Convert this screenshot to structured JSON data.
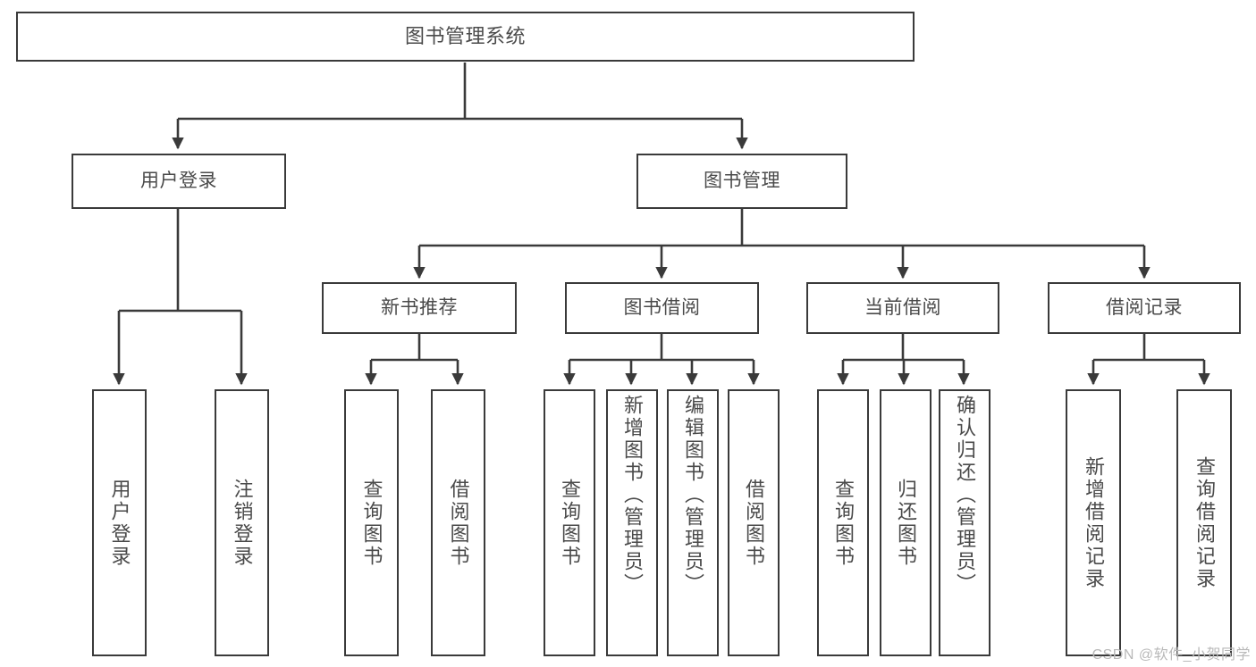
{
  "diagram": {
    "title": "图书管理系统",
    "type": "tree",
    "watermark": "CSDN @软件_小贺同学",
    "colors": {
      "background": "#ffffff",
      "node_border": "#3a3a3a",
      "node_fill": "#ffffff",
      "text": "#4a4a4a",
      "edge": "#3a3a3a",
      "watermark": "#b9b9b9"
    },
    "levels": {
      "root": "图书管理系统",
      "modules": [
        "用户登录",
        "图书管理"
      ],
      "submodules": [
        "新书推荐",
        "图书借阅",
        "当前借阅",
        "借阅记录"
      ]
    },
    "nodes": {
      "root": "图书管理系统",
      "user_login": "用户登录",
      "book_manage": "图书管理",
      "new_book_rec": "新书推荐",
      "book_borrow": "图书借阅",
      "current_borrow": "当前借阅",
      "borrow_record": "借阅记录",
      "leaf_user_login": "用户登录",
      "leaf_logout_login": "注销登录",
      "leaf_query_book_1": "查询图书",
      "leaf_borrow_book_1": "借阅图书",
      "leaf_query_book_2": "查询图书",
      "leaf_add_book_admin": "新增图书（管理员）",
      "leaf_edit_book_admin": "编辑图书（管理员）",
      "leaf_borrow_book_2": "借阅图书",
      "leaf_query_book_3": "查询图书",
      "leaf_return_book": "归还图书",
      "leaf_confirm_return_admin": "确认归还（管理员）",
      "leaf_add_borrow_record": "新增借阅记录",
      "leaf_query_borrow_record": "查询借阅记录"
    }
  }
}
